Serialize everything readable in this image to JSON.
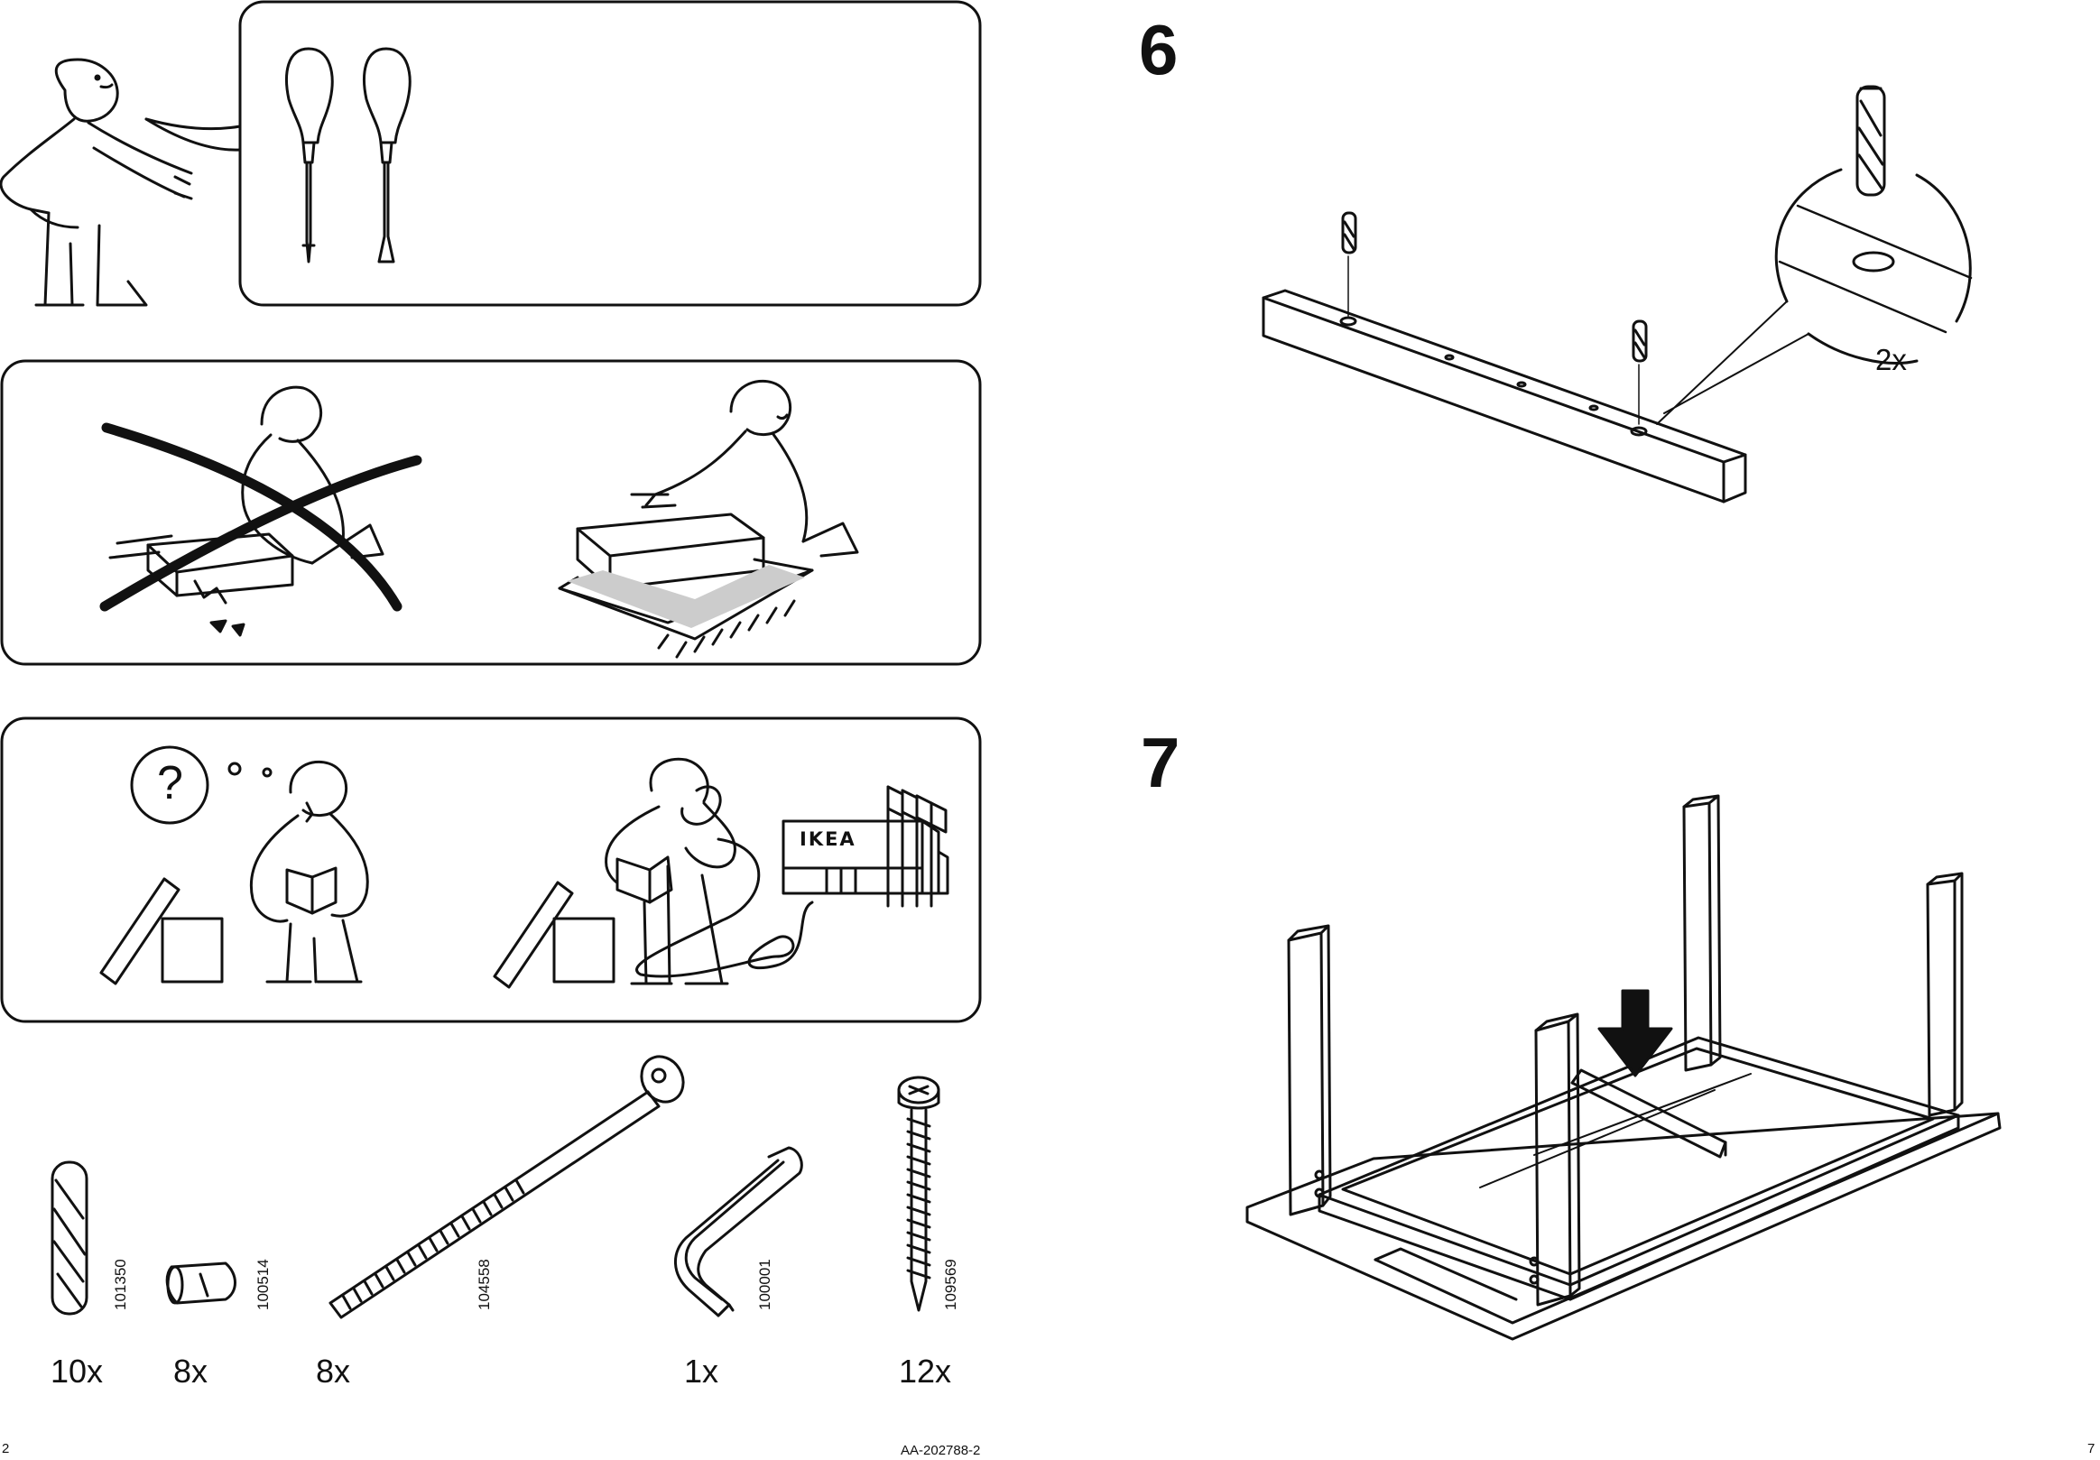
{
  "tool_panel": {
    "tools": [
      "phillips-screwdriver",
      "flathead-screwdriver"
    ]
  },
  "handling_panel": {
    "wrong": "assembly-on-hard-floor",
    "right": "assembly-on-soft-mat"
  },
  "help_panel": {
    "question_symbol": "?",
    "store_sign": "IKEA"
  },
  "parts": [
    {
      "part_no": "101350",
      "qty": "10x",
      "name": "wooden-dowel"
    },
    {
      "part_no": "100514",
      "qty": "8x",
      "name": "barrel-nut"
    },
    {
      "part_no": "104558",
      "qty": "8x",
      "name": "bolt"
    },
    {
      "part_no": "100001",
      "qty": "1x",
      "name": "allen-key"
    },
    {
      "part_no": "109569",
      "qty": "12x",
      "name": "screw"
    }
  ],
  "steps": [
    {
      "number": "6",
      "multiplier": "2x"
    },
    {
      "number": "7"
    }
  ],
  "footer": {
    "page_left": "2",
    "doc_code": "AA-202788-2",
    "page_right": "7"
  }
}
